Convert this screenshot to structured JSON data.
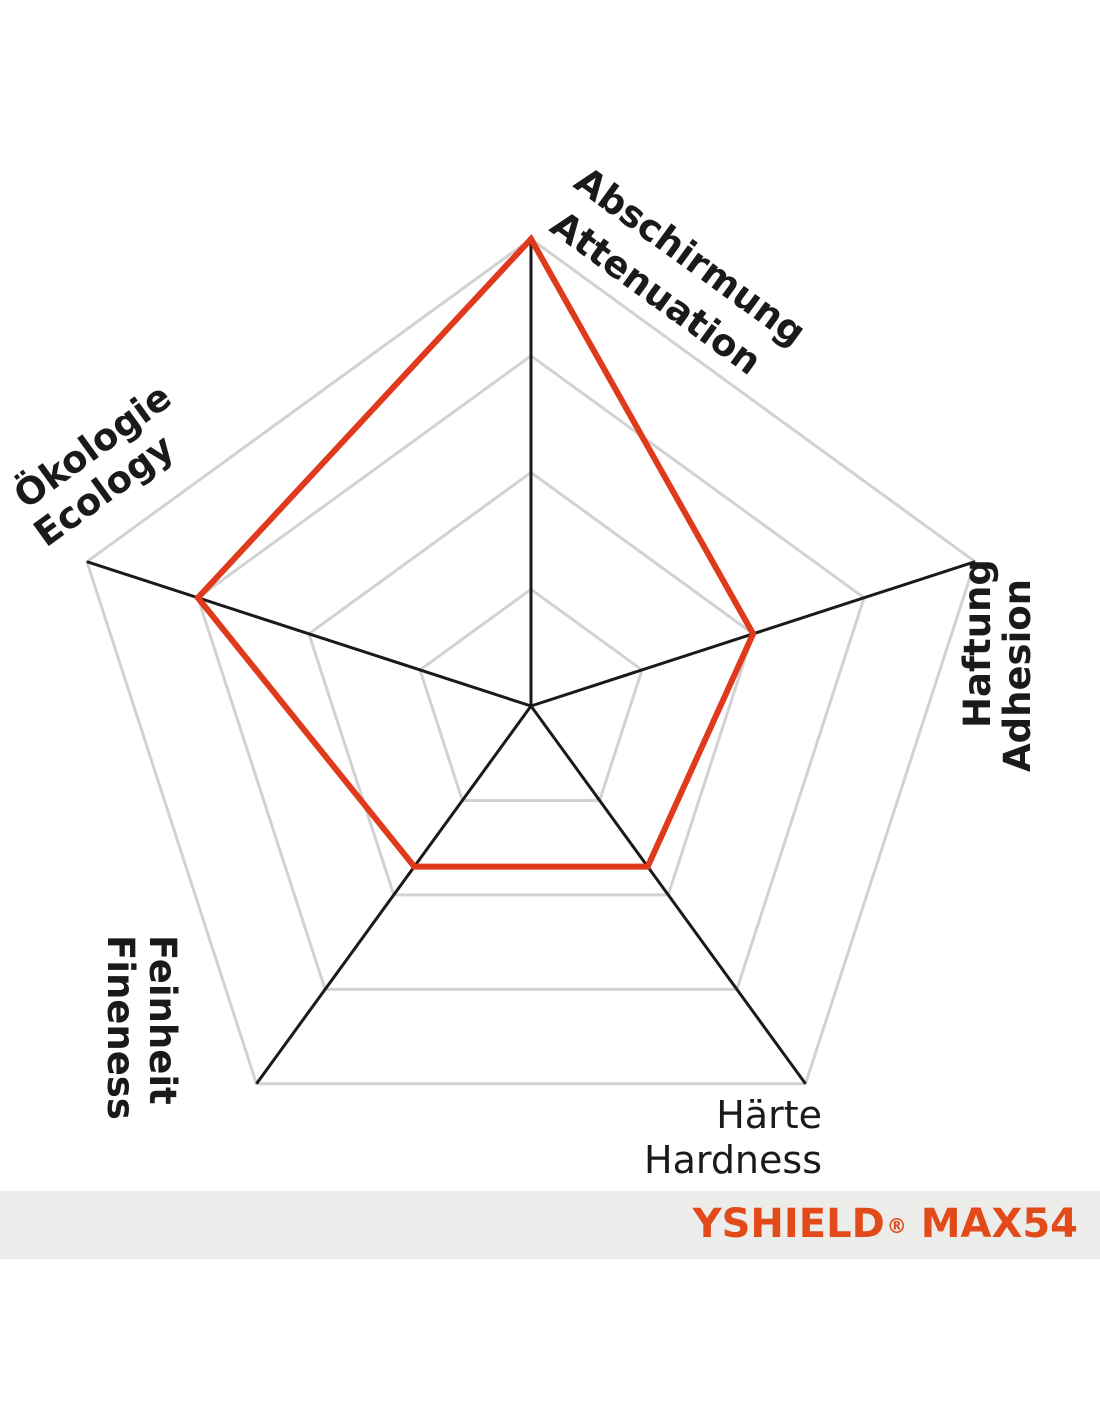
{
  "chart_data": {
    "type": "radar",
    "axes": [
      {
        "line1": "Abschirmung",
        "line2": "Attenuation"
      },
      {
        "line1": "Haftung",
        "line2": "Adhesion"
      },
      {
        "line1": "Härte",
        "line2": "Hardness"
      },
      {
        "line1": "Feinheit",
        "line2": "Fineness"
      },
      {
        "line1": "Ökologie",
        "line2": "Ecology"
      }
    ],
    "levels": 4,
    "max": 4,
    "series": [
      {
        "values": [
          4,
          2,
          1.7,
          1.7,
          3
        ]
      }
    ],
    "grid": true,
    "legend": "none"
  },
  "product": {
    "name": "YSHIELD",
    "registered": "®",
    "model": "MAX54"
  },
  "colors": {
    "series": "#e03a1c",
    "axis": "#1a1a1a",
    "grid": "#d2d2d2",
    "footer_band": "#ececeb",
    "product_text": "#e24a1a"
  }
}
